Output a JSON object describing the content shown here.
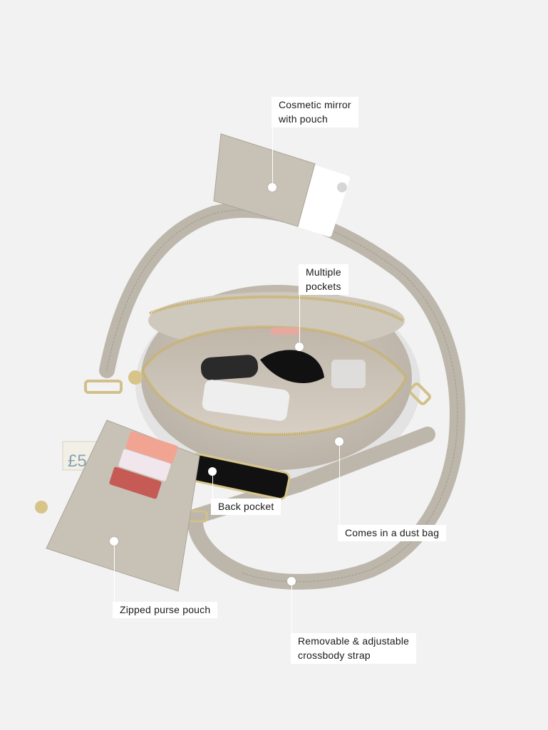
{
  "image": {
    "subject": "bag-flatlay",
    "colors": {
      "background": "#f2f2f2",
      "leather": "#c9c2b7",
      "leather_shadow": "#a9a196",
      "strap": "#bdb6ab",
      "zipper": "#c9b26a",
      "lining": "#d9d2c8"
    }
  },
  "callouts": {
    "mirror": "Cosmetic mirror\nwith pouch",
    "pockets": "Multiple\npockets",
    "back_pocket": "Back pocket",
    "dust_bag": "Comes in a dust bag",
    "purse": "Zipped purse pouch",
    "strap": "Removable & adjustable\ncrossbody strap"
  },
  "props": {
    "banknote_text": "£5"
  }
}
